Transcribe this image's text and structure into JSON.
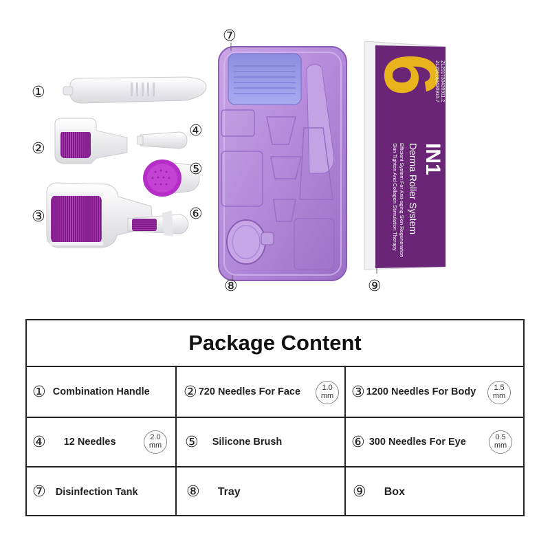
{
  "callouts": {
    "c1": "①",
    "c2": "②",
    "c3": "③",
    "c4": "④",
    "c5": "⑤",
    "c6": "⑥",
    "c7": "⑦",
    "c8": "⑧",
    "c9": "⑨"
  },
  "box": {
    "brand_number": "6",
    "in_label": "IN1",
    "product_name": "Derma Roller System",
    "tagline_1": "Efficient System For Anti-aging Skin Regeneration",
    "tagline_2": "Skin Tighten And Collagen Stimulation Therapy",
    "patent_title": "Patent No.:",
    "patent_1": "ZL201730430911.2",
    "patent_2": "ZL201730430916.7",
    "color_purple": "#6a2577",
    "color_gold": "#e9b31c"
  },
  "table": {
    "title": "Package Content",
    "rows": [
      [
        {
          "num": "①",
          "label": "Combination Handle"
        },
        {
          "num": "②",
          "label": "720 Needles For Face",
          "badge_value": "1.0",
          "badge_unit": "mm"
        },
        {
          "num": "③",
          "label": "1200 Needles For Body",
          "badge_value": "1.5",
          "badge_unit": "mm"
        }
      ],
      [
        {
          "num": "④",
          "label": "12 Needles",
          "badge_value": "2.0",
          "badge_unit": "mm"
        },
        {
          "num": "⑤",
          "label": "Silicone Brush"
        },
        {
          "num": "⑥",
          "label": "300 Needles For Eye",
          "badge_value": "0.5",
          "badge_unit": "mm"
        }
      ],
      [
        {
          "num": "⑦",
          "label": "Disinfection Tank"
        },
        {
          "num": "⑧",
          "label": "Tray"
        },
        {
          "num": "⑨",
          "label": "Box"
        }
      ]
    ]
  }
}
